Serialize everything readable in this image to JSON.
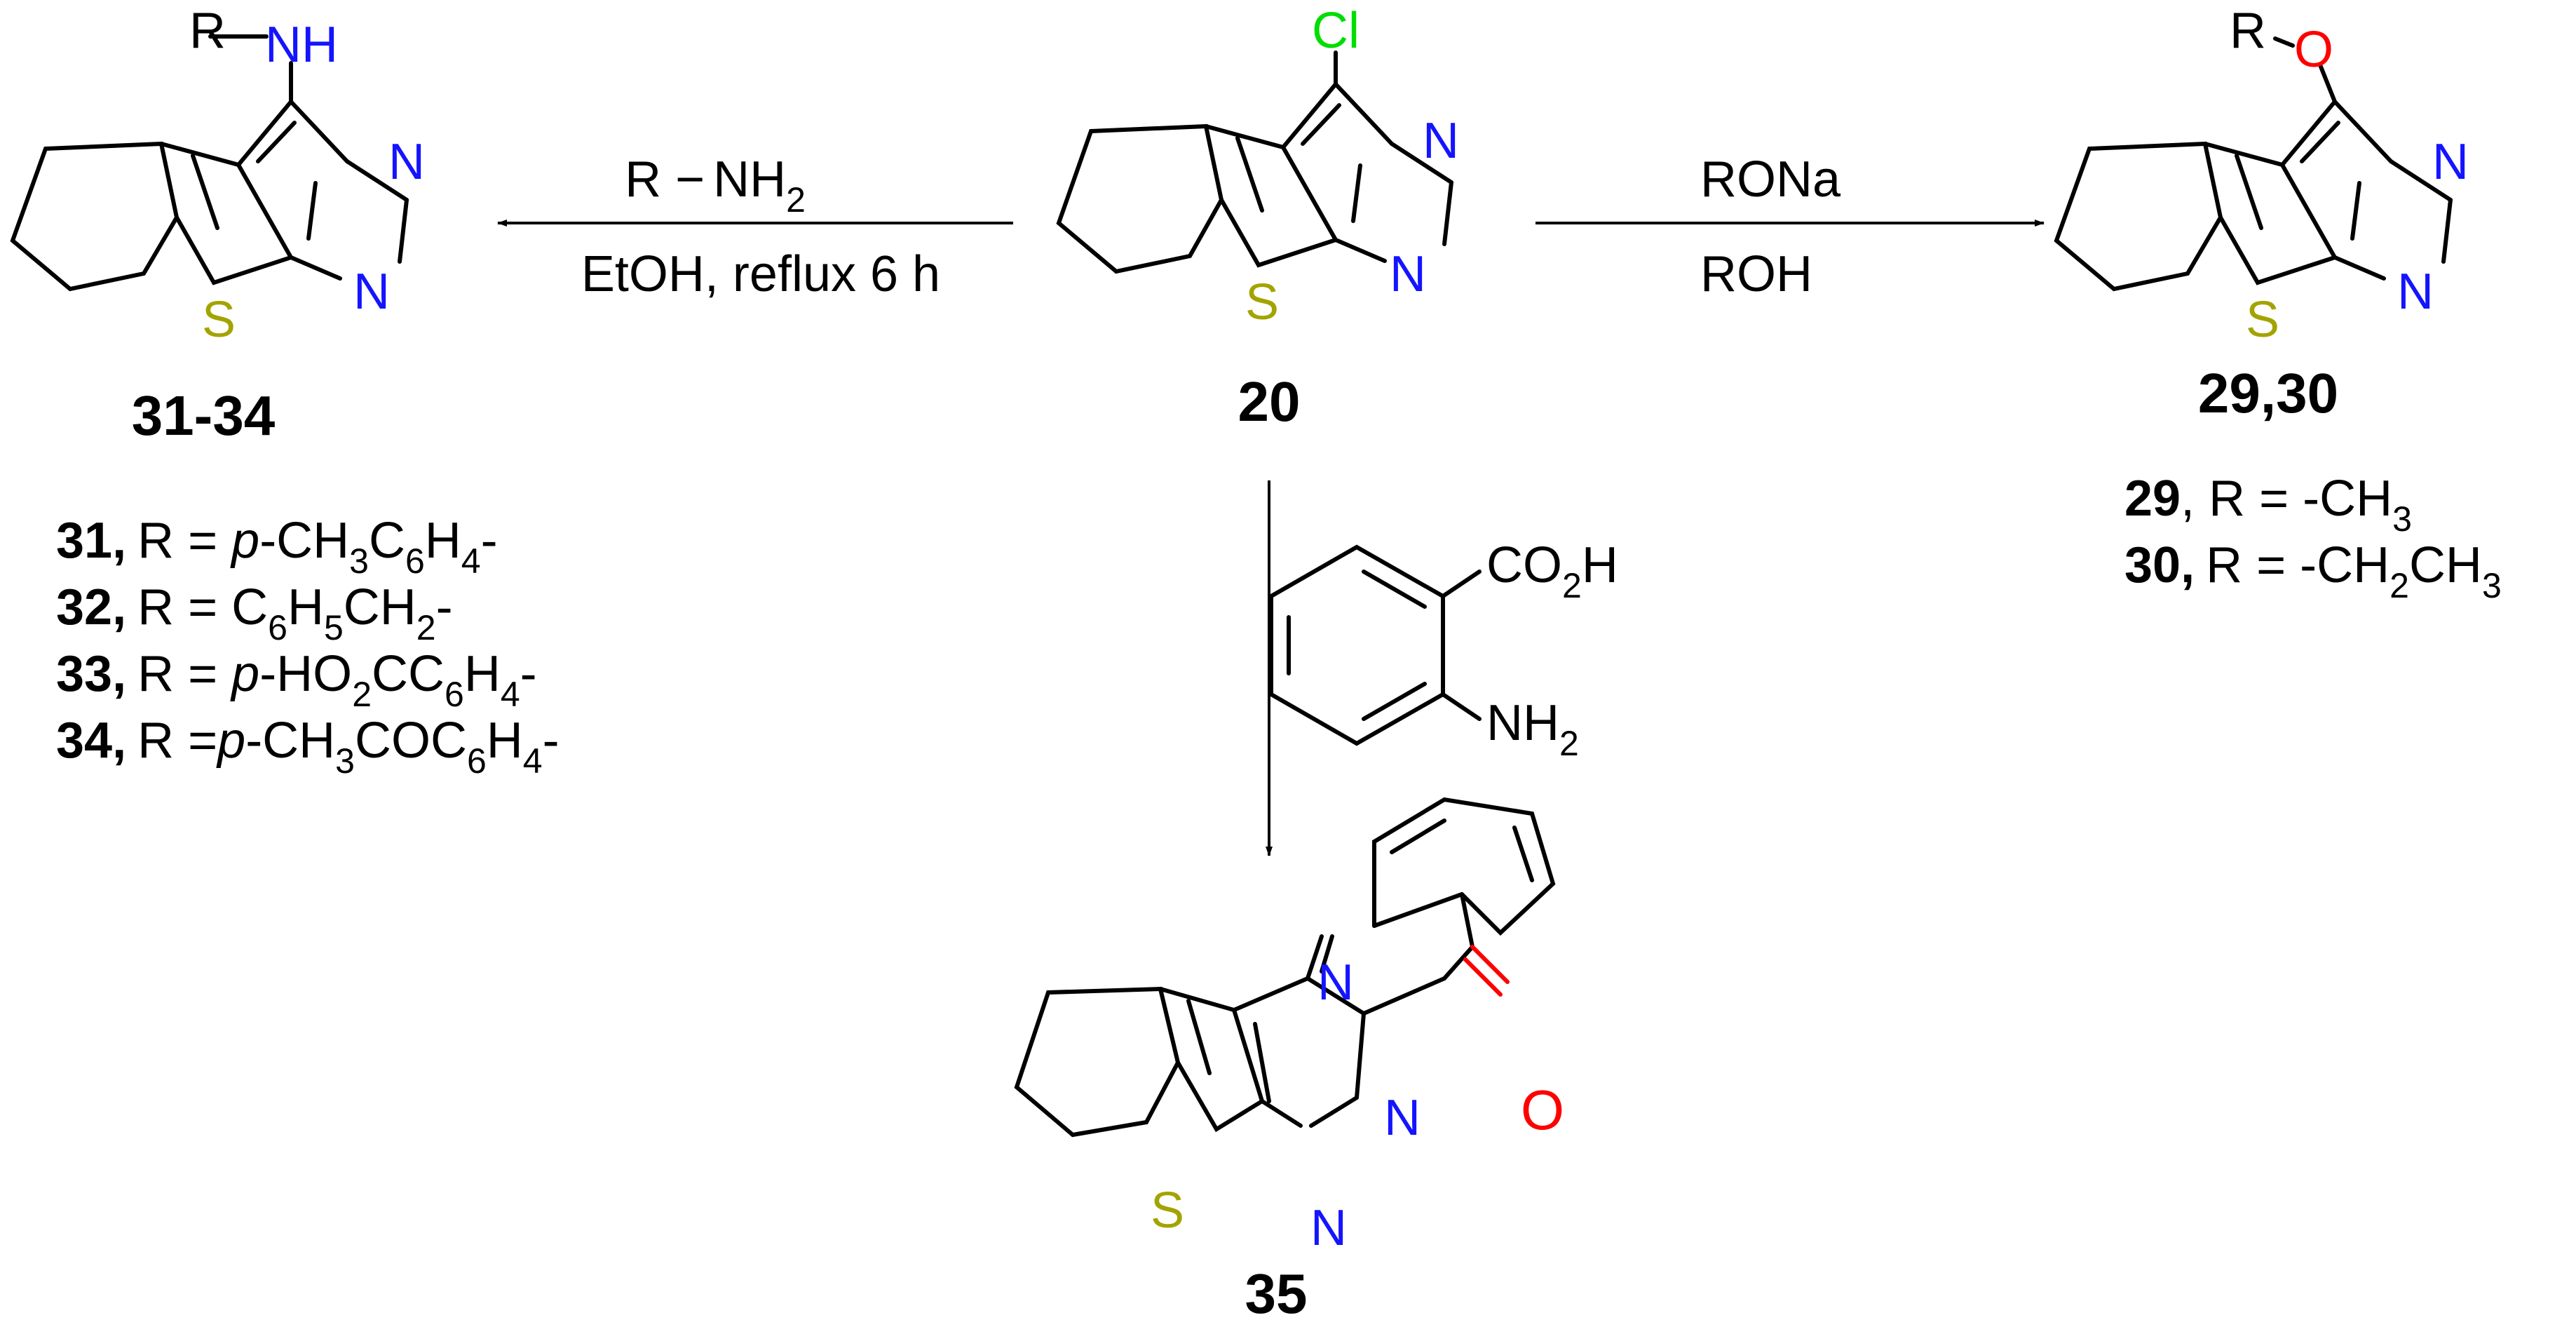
{
  "colors": {
    "bond": "#000000",
    "N": "#1414ff",
    "S": "#a3a300",
    "O": "#ff0000",
    "Cl": "#00dd00",
    "text": "#000000"
  },
  "atoms": {
    "N": "N",
    "S": "S",
    "O": "O",
    "Cl": "Cl",
    "NH": "NH",
    "R": "R"
  },
  "compounds": {
    "start": "20",
    "amines": "31-34",
    "ethers": "29,30",
    "fused": "35"
  },
  "conditions": {
    "amine_reagent": {
      "r": "R",
      "nh": "NH",
      "sub": "2"
    },
    "amine_condition": "EtOH, reflux 6 h",
    "ether_reagent": "RONa",
    "ether_solvent": "ROH",
    "anthranilic": {
      "co": "CO",
      "co_sub": "2",
      "co_h": "H",
      "nh": "NH",
      "nh_sub": "2"
    }
  },
  "substituents_amines": [
    {
      "num": "31,",
      "parts": [
        [
          "R = ",
          ""
        ],
        [
          "p",
          "i"
        ],
        [
          "-CH",
          ""
        ],
        [
          "3",
          "s"
        ],
        [
          "C",
          ""
        ],
        [
          "6",
          "s"
        ],
        [
          "H",
          ""
        ],
        [
          "4",
          "s"
        ],
        [
          "-",
          ""
        ]
      ]
    },
    {
      "num": "32,",
      "parts": [
        [
          "R = C",
          ""
        ],
        [
          "6",
          "s"
        ],
        [
          "H",
          ""
        ],
        [
          "5",
          "s"
        ],
        [
          "CH",
          ""
        ],
        [
          "2",
          "s"
        ],
        [
          "-",
          ""
        ]
      ]
    },
    {
      "num": "33,",
      "parts": [
        [
          "R = ",
          ""
        ],
        [
          "p",
          "i"
        ],
        [
          "-HO",
          ""
        ],
        [
          "2",
          "s"
        ],
        [
          "CC",
          ""
        ],
        [
          "6",
          "s"
        ],
        [
          "H",
          ""
        ],
        [
          "4",
          "s"
        ],
        [
          "-",
          ""
        ]
      ]
    },
    {
      "num": "34,",
      "parts": [
        [
          "R =",
          ""
        ],
        [
          "p",
          "i"
        ],
        [
          "-CH",
          ""
        ],
        [
          "3",
          "s"
        ],
        [
          "COC",
          ""
        ],
        [
          "6",
          "s"
        ],
        [
          "H",
          ""
        ],
        [
          "4",
          "s"
        ],
        [
          "-",
          ""
        ]
      ]
    }
  ],
  "substituents_ethers": [
    {
      "num": "29",
      "parts": [
        [
          ", R = -CH",
          ""
        ],
        [
          "3",
          "s"
        ]
      ]
    },
    {
      "num": "30,",
      "parts": [
        [
          "R = -CH",
          ""
        ],
        [
          "2",
          "s"
        ],
        [
          "CH",
          ""
        ],
        [
          "3",
          "s"
        ]
      ]
    }
  ]
}
